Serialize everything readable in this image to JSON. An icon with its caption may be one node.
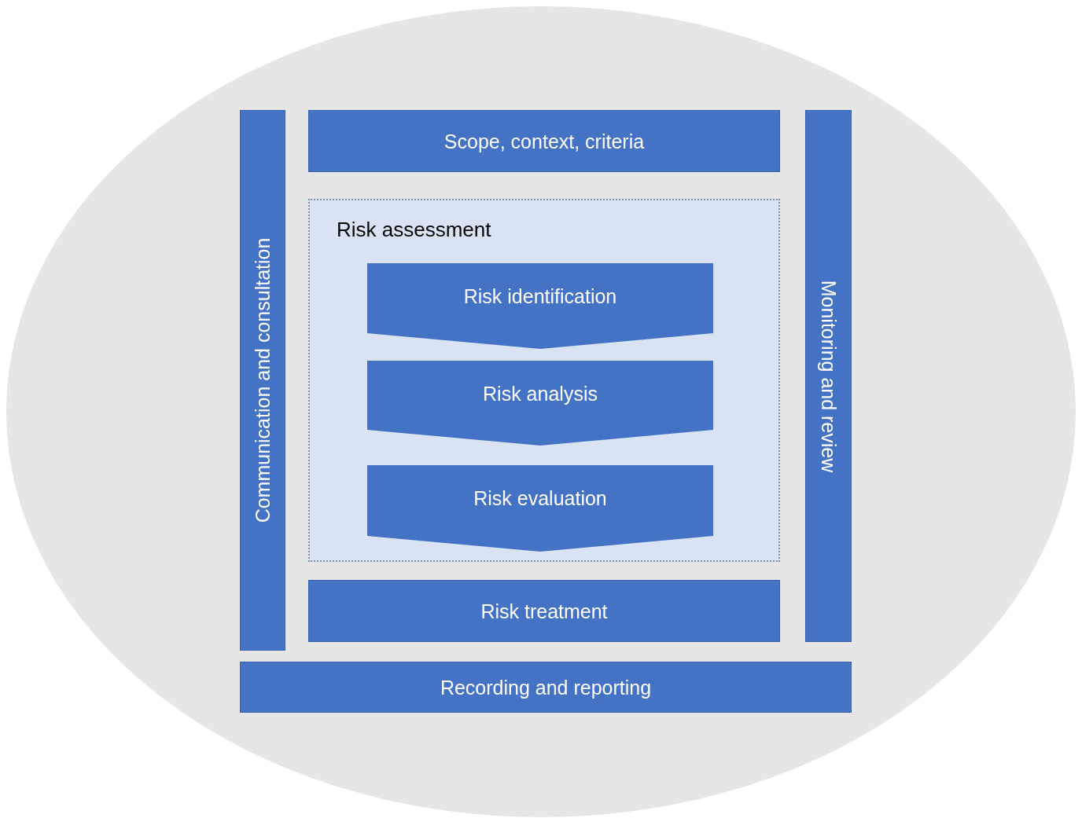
{
  "diagram": {
    "nodes": [
      {
        "text": [
          "Communication and consultation"
        ]
      },
      {
        "text": [
          "Scope, context, criteria"
        ]
      },
      {
        "text": [
          "Monitoring and review"
        ]
      },
      {
        "text": [
          "Risk assessment"
        ]
      },
      {
        "text": [
          "Risk identification"
        ],
        "in": 3
      },
      {
        "text": [
          "Risk analysis"
        ],
        "in": 3
      },
      {
        "text": [
          "Risk evaluation"
        ],
        "in": 3
      },
      {
        "text": [
          "Risk treatment"
        ]
      },
      {
        "text": [
          "Recording and reporting"
        ]
      }
    ]
  }
}
